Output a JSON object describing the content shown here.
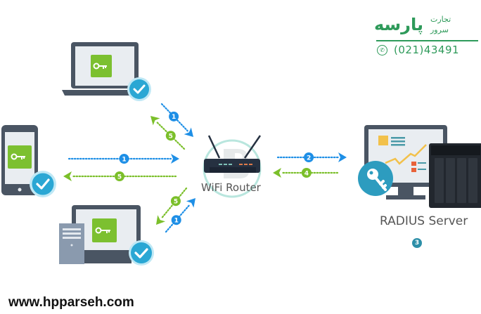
{
  "logo": {
    "brand_name": "پارسه",
    "tagline_line1": "تجارت",
    "tagline_line2": "سرور",
    "phone": "(021)43491",
    "phone_icon": "phone-icon",
    "brand_color": "#2e9a5a"
  },
  "diagram": {
    "router_label": "WiFi Router",
    "server_label": "RADIUS Server",
    "server_step": "3",
    "clients": [
      {
        "type": "laptop",
        "icon": "key-icon",
        "status_icon": "check-icon"
      },
      {
        "type": "smartphone",
        "icon": "key-icon",
        "status_icon": "check-icon"
      },
      {
        "type": "desktop",
        "icon": "key-icon",
        "status_icon": "check-icon"
      }
    ],
    "flows": [
      {
        "step": "1",
        "from": "laptop",
        "to": "router",
        "color": "#1e8fe6"
      },
      {
        "step": "5",
        "from": "router",
        "to": "laptop",
        "color": "#7bbf2a"
      },
      {
        "step": "1",
        "from": "smartphone",
        "to": "router",
        "color": "#1e8fe6"
      },
      {
        "step": "5",
        "from": "router",
        "to": "smartphone",
        "color": "#7bbf2a"
      },
      {
        "step": "5",
        "from": "router",
        "to": "desktop",
        "color": "#7bbf2a"
      },
      {
        "step": "1",
        "from": "desktop",
        "to": "router",
        "color": "#1e8fe6"
      },
      {
        "step": "2",
        "from": "router",
        "to": "server",
        "color": "#1e8fe6"
      },
      {
        "step": "4",
        "from": "server",
        "to": "router",
        "color": "#7bbf2a"
      }
    ]
  },
  "footer": {
    "website": "www.hpparseh.com"
  },
  "colors": {
    "request_blue": "#1e8fe6",
    "response_green": "#7bbf2a",
    "device_gray": "#4a5563",
    "key_green": "#7cc030",
    "check_teal": "#2aa7d4"
  }
}
